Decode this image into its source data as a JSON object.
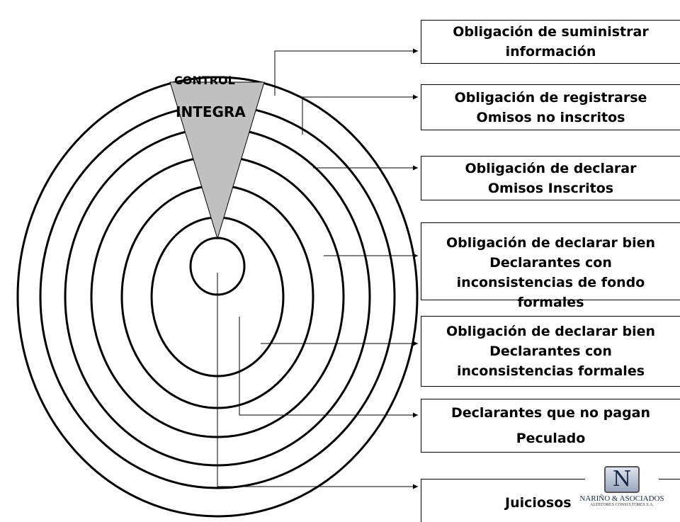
{
  "control": {
    "line1": "CONTROL",
    "line2": "INTEGRA"
  },
  "boxes": [
    {
      "lines": [
        "Obligación de suministrar",
        "información"
      ]
    },
    {
      "lines": [
        "Obligación de registrarse",
        "Omisos no inscritos"
      ]
    },
    {
      "lines": [
        "Obligación de declarar",
        "Omisos Inscritos"
      ]
    },
    {
      "lines": [
        "Obligación de declarar bien",
        "Declarantes con",
        "inconsistencias de fondo",
        "formales"
      ]
    },
    {
      "lines": [
        "Obligación de declarar bien",
        "Declarantes con",
        "inconsistencias formales"
      ]
    },
    {
      "lines": [
        "Declarantes que no pagan",
        "Peculado"
      ]
    },
    {
      "lines": [
        "Juiciosos"
      ]
    }
  ],
  "logo": {
    "letter": "N",
    "name": "NARIÑO & ASOCIADOS",
    "tagline": "AUDITORES CONSULTORES S.A."
  },
  "colors": {
    "wedge": "#c0c0c0",
    "stroke": "#000000"
  }
}
